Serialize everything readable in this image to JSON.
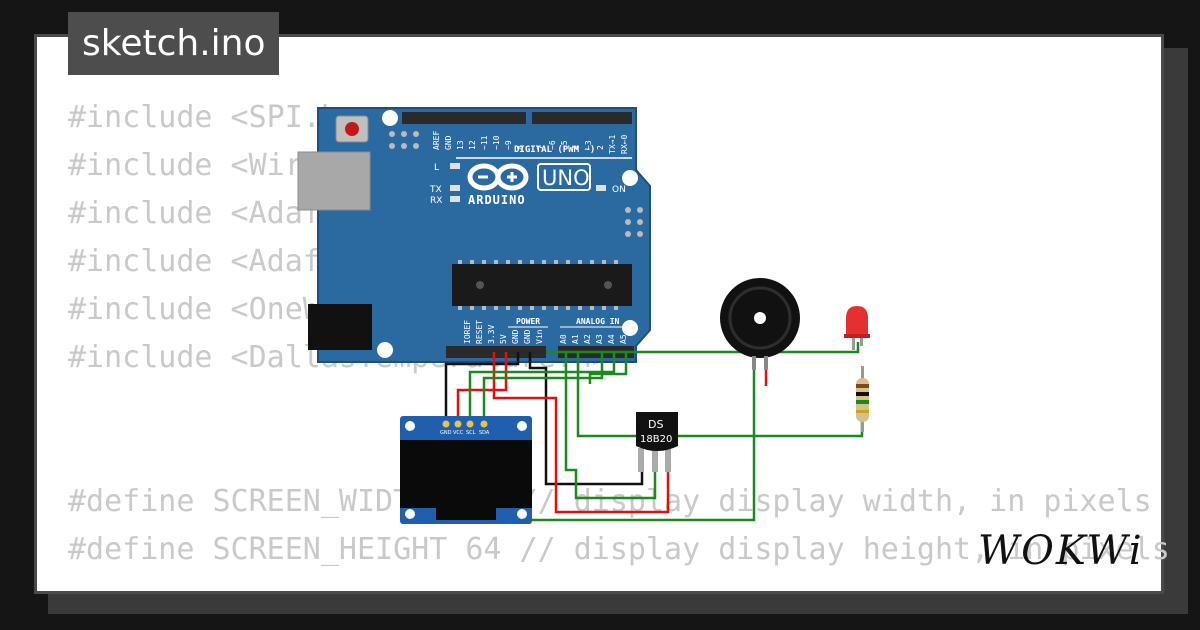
{
  "title": "sketch.ino",
  "code_lines": [
    "#include <SPI.h>",
    "#include <Wire.h>",
    "#include <Adafruit_GFX.h>",
    "#include <Adafruit_SSD1306.h>",
    "#include <OneWire.h>",
    "#include <DallasTemperature.h>",
    "#define SCREEN_WIDTH 128 // display display width, in pixels",
    "#define SCREEN_HEIGHT 64 // display display height, in pixels"
  ],
  "arduino": {
    "brand": "ARDUINO",
    "model": "UNO",
    "digital_label": "DIGITAL (PWM ~)",
    "power_label": "POWER",
    "analog_label": "ANALOG IN",
    "led_l": "L",
    "led_tx": "TX",
    "led_rx": "RX",
    "led_on": "ON",
    "digital_pins": [
      "AREF",
      "GND",
      "13",
      "12",
      "~11",
      "~10",
      "~9",
      "8",
      "7",
      "~6",
      "~5",
      "4",
      "~3",
      "2",
      "TX→1",
      "RX←0"
    ],
    "power_pins": [
      "IOREF",
      "RESET",
      "3.3V",
      "5V",
      "GND",
      "GND",
      "Vin"
    ],
    "analog_pins": [
      "A0",
      "A1",
      "A2",
      "A3",
      "A4",
      "A5"
    ]
  },
  "oled": {
    "pins": [
      "GND",
      "VCC",
      "SCL",
      "SDA"
    ]
  },
  "sensor": {
    "line1": "DS",
    "line2": "18B20"
  },
  "logo": "WOKWi",
  "colors": {
    "board": "#2b6aa0",
    "wire_green": "#1a8a1a",
    "wire_red": "#e01010",
    "wire_black": "#111111"
  }
}
